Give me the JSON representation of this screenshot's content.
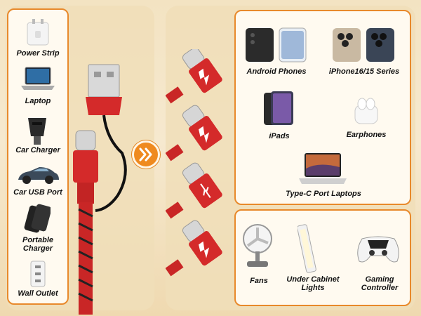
{
  "source_devices": [
    {
      "label": "Power Strip",
      "icon": "power-strip-icon"
    },
    {
      "label": "Laptop",
      "icon": "laptop-icon"
    },
    {
      "label": "Car Charger",
      "icon": "car-charger-icon"
    },
    {
      "label": "Car USB Port",
      "icon": "car-icon"
    },
    {
      "label": "Portable Charger",
      "icon": "portable-charger-icon"
    },
    {
      "label": "Wall Outlet",
      "icon": "wall-outlet-icon"
    }
  ],
  "target_devices": {
    "android": "Android Phones",
    "iphone": "iPhone16/15 Series",
    "ipads": "iPads",
    "earphones": "Earphones",
    "laptops": "Type-C Port Laptops"
  },
  "accessories": {
    "fans": "Fans",
    "lights": "Under Cabinet Lights",
    "controller": "Gaming Controller"
  },
  "colors": {
    "accent": "#e8892b",
    "cable_red": "#d42a2a",
    "panel_bg": "#f0deb9"
  }
}
